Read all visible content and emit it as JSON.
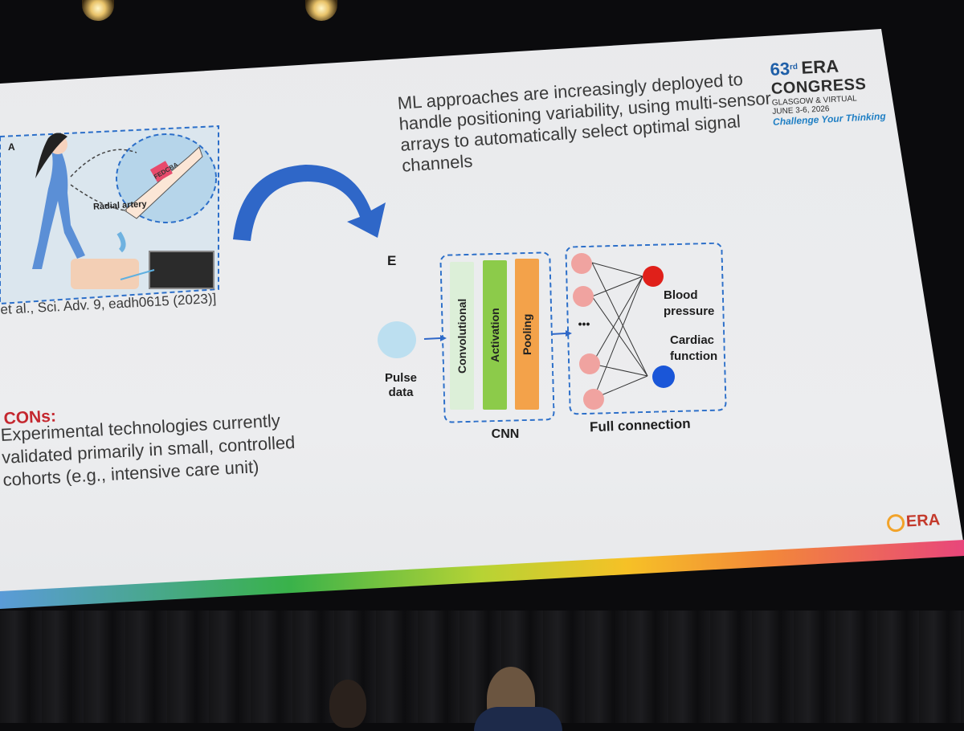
{
  "slide": {
    "heading": "ML approaches are increasingly deployed to handle positioning variability, using multi-sensor arrays to automatically select optimal signal channels",
    "figure_a": {
      "panel_letter": "A",
      "label": "Radial artery",
      "sensor_letters": "FEDCBA",
      "citation": "et al., Sci. Adv. 9, eadh0615 (2023)]"
    },
    "figure_e": {
      "panel_letter": "E",
      "input_label": "Pulse data",
      "layers": [
        "Convolutional",
        "Activation",
        "Pooling"
      ],
      "cnn_label": "CNN",
      "ellipsis": "•••",
      "outputs": [
        "Blood pressure",
        "Cardiac function"
      ],
      "fc_label": "Full connection"
    },
    "cons": {
      "title": "CONs:",
      "text": "Experimental technologies currently validated primarily in small, controlled cohorts (e.g., intensive care unit)"
    },
    "logo": {
      "number": "63",
      "sup": "rd",
      "name": "ERA",
      "congress": "CONGRESS",
      "location": "GLASGOW & VIRTUAL",
      "dates": "JUNE 3-6, 2026",
      "tagline": "Challenge Your Thinking"
    },
    "footer_logo": "ERA"
  },
  "colors": {
    "dashed": "#2c6fc9",
    "convolutional": "#dcefd8",
    "activation": "#8ccb4a",
    "pooling": "#f3a24a",
    "input_node": "#bcdff0",
    "hidden_node": "#f0a3a0",
    "out_bp": "#e0201a",
    "out_cf": "#1a56d8",
    "arrow": "#2f67c8",
    "cons_title": "#c4272f"
  }
}
